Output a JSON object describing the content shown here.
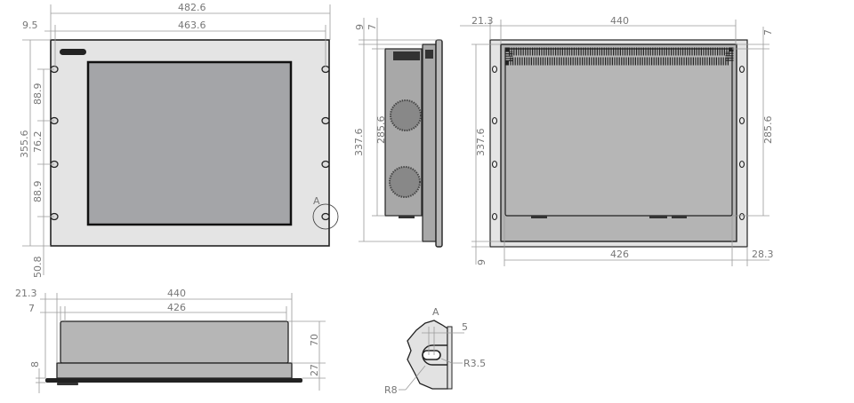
{
  "front_view": {
    "overall_width": "482.6",
    "hole_span": "463.6",
    "edge_offset": "9.5",
    "overall_height": "355.6",
    "hole_pitch_top": "88.9",
    "hole_pitch_mid": "76.2",
    "hole_pitch_bottom": "88.9",
    "bottom_offset": "50.8",
    "detail_marker": "A"
  },
  "side_view": {
    "flange_top": "9",
    "body_top": "7",
    "overall_height": "337.6",
    "body_height": "285.6"
  },
  "rear_view": {
    "left_offset": "21.3",
    "width": "440",
    "top_offset": "7",
    "height_left": "337.6",
    "height_right": "285.6",
    "bottom_width": "426",
    "right_offset": "28.3",
    "bottom_offset": "9"
  },
  "bottom_view": {
    "left_offset": "21.3",
    "width": "440",
    "inner_offset": "7",
    "inner_width": "426",
    "depth_upper": "70",
    "depth_lower": "27",
    "flange": "8"
  },
  "detail_a": {
    "title": "A",
    "slot_width": "5",
    "slot_radius": "R3.5",
    "outer_radius": "R8"
  }
}
